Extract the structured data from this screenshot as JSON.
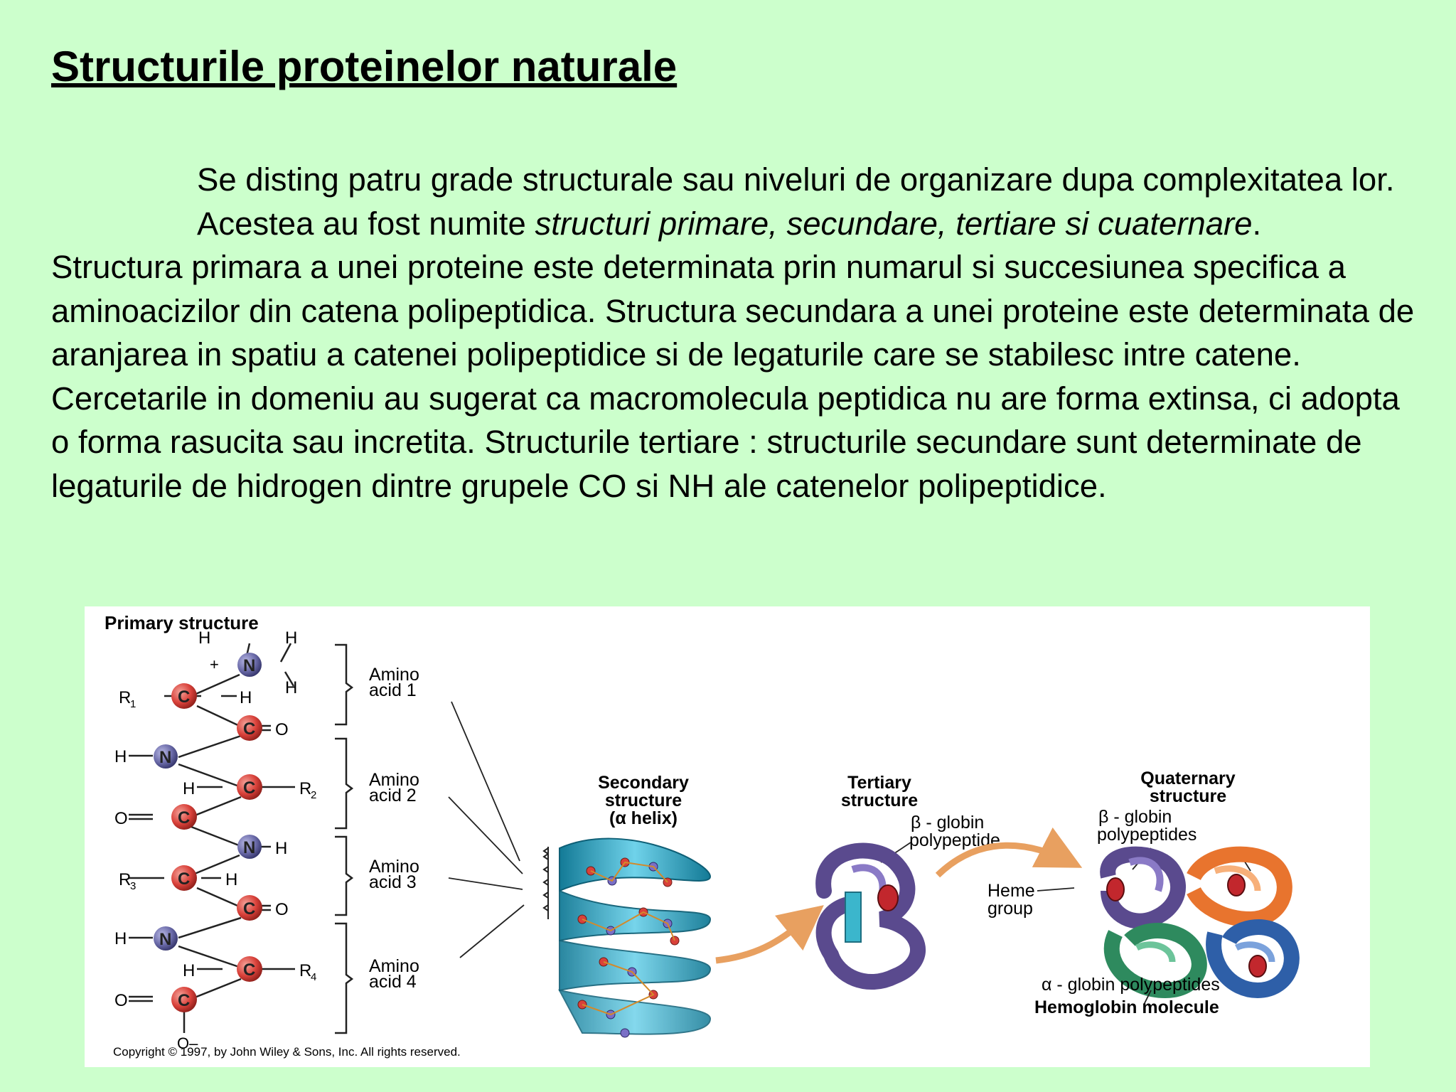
{
  "title": "Structurile proteinelor naturale",
  "paragraph1": {
    "text_start": "Se disting patru grade structurale sau niveluri de organizare dupa complexitatea lor. Acestea au fost numite ",
    "italic": "structuri primare, secundare, tertiare si cuaternare",
    "text_end": "."
  },
  "paragraph2": "Structura primara a unei proteine este determinata prin numarul si succesiunea specifica a aminoacizilor din catena polipeptidica. Structura secundara a unei proteine este determinata de aranjarea in spatiu a catenei polipeptidice si de legaturile care se stabilesc intre catene. Cercetarile in domeniu au sugerat ca macromolecula peptidica nu are forma extinsa, ci adopta o forma rasucita sau incretita. Structurile tertiare : structurile secundare sunt determinate de legaturile de hidrogen dintre grupele CO si NH ale catenelor polipeptidice.",
  "figure": {
    "primary_title": "Primary structure",
    "amino_labels": [
      "Amino\nacid 1",
      "Amino\nacid 2",
      "Amino\nacid 3",
      "Amino\nacid 4"
    ],
    "atoms": {
      "H": "H",
      "N": "N",
      "C": "C",
      "O": "O",
      "R1": "R",
      "R2": "R",
      "R3": "R",
      "R4": "R",
      "sub1": "1",
      "sub2": "2",
      "sub3": "3",
      "sub4": "4",
      "plus": "+",
      "oxygen_minus": "O–"
    },
    "secondary": [
      "Secondary",
      "structure",
      "(α helix)"
    ],
    "tertiary": [
      "Tertiary",
      "structure"
    ],
    "tertiary_beta": [
      "β - globin",
      "polypeptide"
    ],
    "heme": [
      "Heme",
      "group"
    ],
    "quaternary": [
      "Quaternary",
      "structure"
    ],
    "quaternary_beta": [
      "β - globin",
      "polypeptides"
    ],
    "alpha_globin": "α - globin polypeptides",
    "hemoglobin": "Hemoglobin molecule",
    "copyright": "Copyright © 1997, by John Wiley & Sons, Inc. All rights reserved."
  },
  "colors": {
    "background": "#ccffcc",
    "carbon": "#d9413a",
    "nitrogen": "#6a6aa8",
    "helix": "#2ba6c4",
    "purple_ribbon": "#5a4a8e",
    "orange_ribbon": "#e8742e",
    "green_ribbon": "#2e8a5e",
    "blue_ribbon": "#2e5fa8",
    "arrow": "#e8a060"
  }
}
